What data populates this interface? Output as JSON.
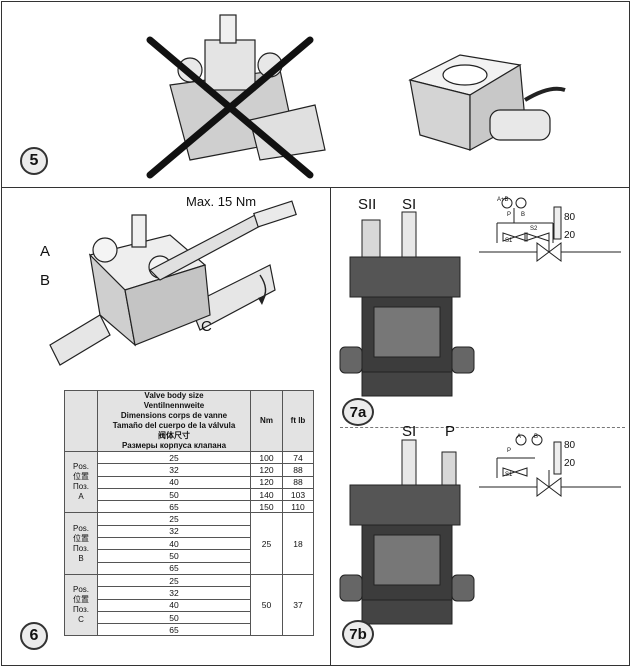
{
  "steps": {
    "s5": "5",
    "s6": "6",
    "s7a": "7a",
    "s7b": "7b"
  },
  "step6": {
    "torque_label": "Max. 15 Nm",
    "callouts": {
      "a": "A",
      "b": "B",
      "c": "C"
    }
  },
  "step7": {
    "top_ports": {
      "sii": "SII",
      "si": "SI"
    },
    "bottom_ports": {
      "si": "SI",
      "p": "P"
    },
    "symbol_top": {
      "circle1": "A+B",
      "p": "P",
      "b": "B",
      "s1": "S1",
      "s2": "S2",
      "n80": "80",
      "n20": "20"
    },
    "symbol_bottom": {
      "circle1": "A",
      "circle2": "B",
      "p": "P",
      "s1": "S1",
      "n80": "80",
      "n20": "20"
    }
  },
  "table": {
    "header_lines": [
      "Valve body size",
      "Ventilnennweite",
      "Dimensions corps de vanne",
      "Tamaño del cuerpo de la válvula",
      "阀体尺寸",
      "Размеры корпуса клапана"
    ],
    "col_nm": "Nm",
    "col_ftlb": "ft lb",
    "groups": [
      {
        "pos_lines": [
          "Pos.",
          "位置",
          "Поз.",
          "A"
        ],
        "rows": [
          {
            "size": "25",
            "nm": "100",
            "ft": "74"
          },
          {
            "size": "32",
            "nm": "120",
            "ft": "88"
          },
          {
            "size": "40",
            "nm": "120",
            "ft": "88"
          },
          {
            "size": "50",
            "nm": "140",
            "ft": "103"
          },
          {
            "size": "65",
            "nm": "150",
            "ft": "110"
          }
        ]
      },
      {
        "pos_lines": [
          "Pos.",
          "位置",
          "Поз.",
          "B"
        ],
        "nm": "25",
        "ft": "18",
        "sizes": [
          "25",
          "32",
          "40",
          "50",
          "65"
        ]
      },
      {
        "pos_lines": [
          "Pos.",
          "位置",
          "Поз.",
          "C"
        ],
        "nm": "50",
        "ft": "37",
        "sizes": [
          "25",
          "32",
          "40",
          "50",
          "65"
        ]
      }
    ]
  }
}
